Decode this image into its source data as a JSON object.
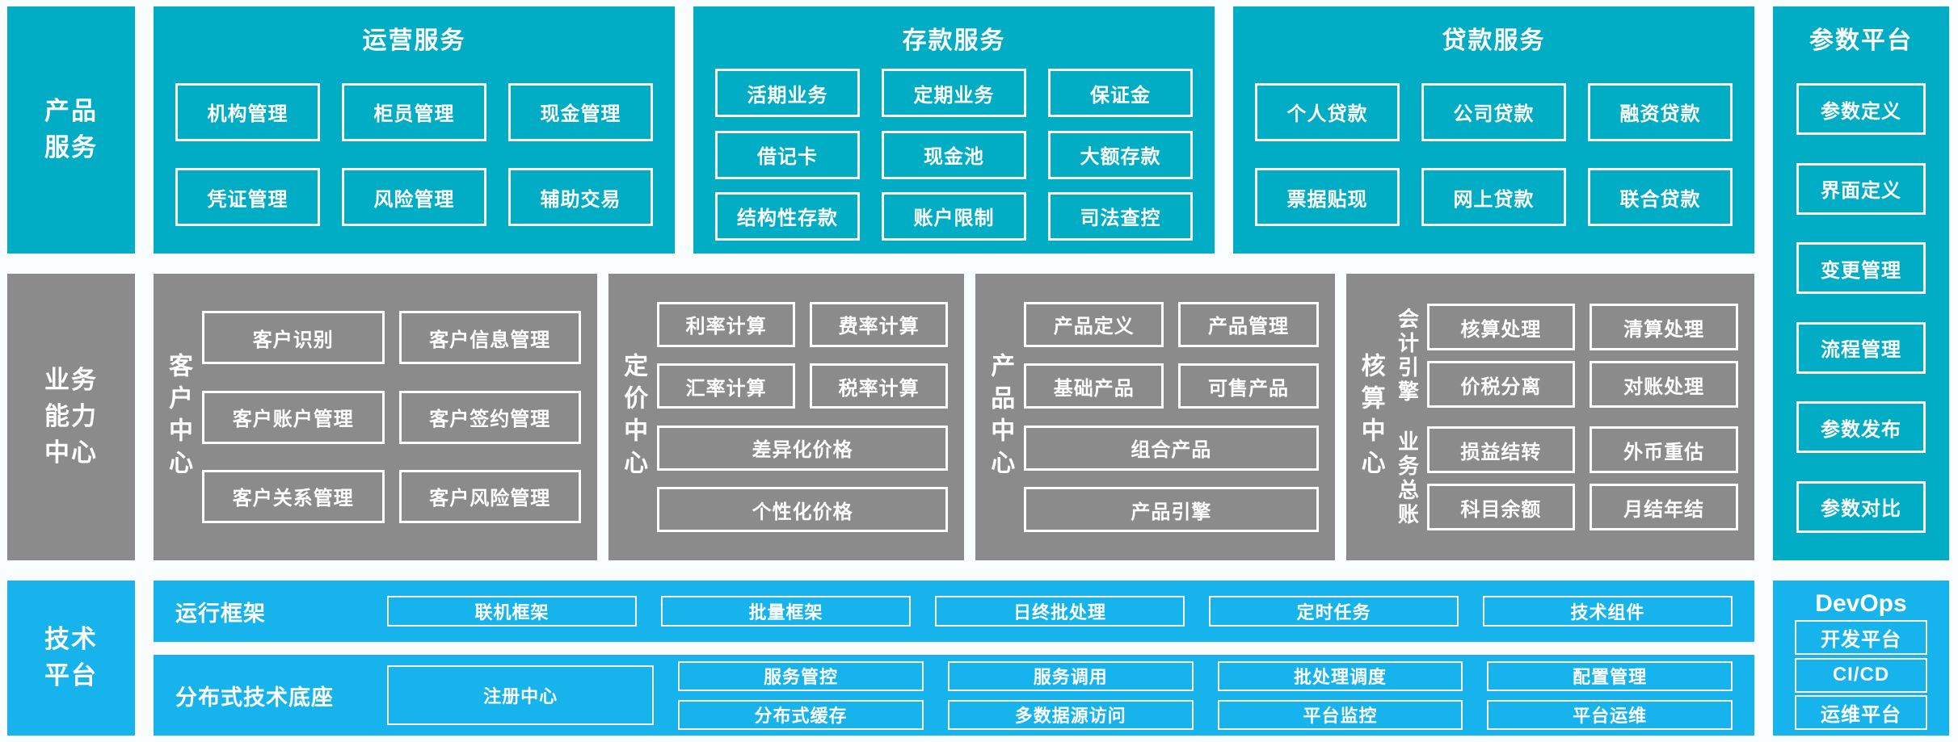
{
  "colors": {
    "teal": "#00adc4",
    "gray": "#8b8b8b",
    "blue": "#17b3ec",
    "background": "#fafdfe"
  },
  "rail": {
    "product": "产品\n服务",
    "business": "业务\n能力\n中心",
    "tech": "技术\n平台"
  },
  "operations": {
    "title": "运营服务",
    "items": [
      "机构管理",
      "柜员管理",
      "现金管理",
      "凭证管理",
      "风险管理",
      "辅助交易"
    ]
  },
  "deposit": {
    "title": "存款服务",
    "items": [
      "活期业务",
      "定期业务",
      "保证金",
      "借记卡",
      "现金池",
      "大额存款",
      "结构性存款",
      "账户限制",
      "司法查控"
    ]
  },
  "loan": {
    "title": "贷款服务",
    "items": [
      "个人贷款",
      "公司贷款",
      "融资贷款",
      "票据贴现",
      "网上贷款",
      "联合贷款"
    ]
  },
  "params": {
    "title": "参数平台",
    "items": [
      "参数定义",
      "界面定义",
      "变更管理",
      "流程管理",
      "参数发布",
      "参数对比"
    ]
  },
  "customer": {
    "label": "客户中心",
    "items": [
      "客户识别",
      "客户信息管理",
      "客户账户管理",
      "客户签约管理",
      "客户关系管理",
      "客户风险管理"
    ]
  },
  "pricing": {
    "label": "定价中心",
    "items": [
      "利率计算",
      "费率计算",
      "汇率计算",
      "税率计算"
    ],
    "wide": [
      "差异化价格",
      "个性化价格"
    ]
  },
  "product_center": {
    "label": "产品中心",
    "items": [
      "产品定义",
      "产品管理",
      "基础产品",
      "可售产品"
    ],
    "wide": [
      "组合产品",
      "产品引擎"
    ]
  },
  "accounting": {
    "label": "核算中心",
    "groups": [
      {
        "label": "会计引擎",
        "items": [
          "核算处理",
          "清算处理",
          "价税分离",
          "对账处理"
        ]
      },
      {
        "label": "业务总账",
        "items": [
          "损益结转",
          "外币重估",
          "科目余额",
          "月结年结"
        ]
      }
    ]
  },
  "runtime": {
    "label": "运行框架",
    "items": [
      "联机框架",
      "批量框架",
      "日终批处理",
      "定时任务",
      "技术组件"
    ]
  },
  "distributed": {
    "label": "分布式技术底座",
    "registry": "注册中心",
    "items": [
      "服务管控",
      "服务调用",
      "批处理调度",
      "配置管理",
      "分布式缓存",
      "多数据源访问",
      "平台监控",
      "平台运维"
    ]
  },
  "devops": {
    "title": "DevOps",
    "items": [
      "开发平台",
      "CI/CD",
      "运维平台"
    ]
  }
}
